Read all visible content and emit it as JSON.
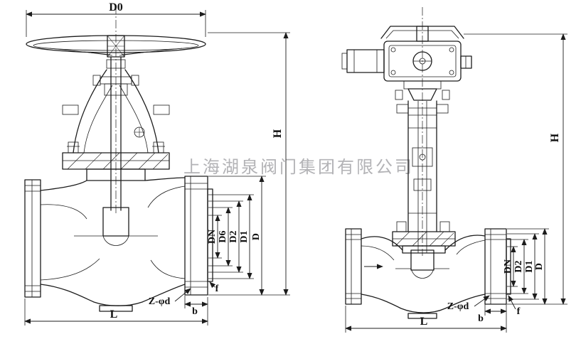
{
  "watermark": {
    "text": "上海湖泉阀门集团有限公司"
  },
  "colors": {
    "line": "#1c1c1c",
    "watermark": "#a6a6aa",
    "background": "#ffffff"
  },
  "left_valve": {
    "dims": {
      "d0": "D0",
      "h": "H",
      "dn": "DN",
      "d6": "D6",
      "d2": "D2",
      "d1": "D1",
      "d": "D",
      "z_phi_d": "Z-φd",
      "f": "f",
      "b": "b",
      "l": "L"
    }
  },
  "right_valve": {
    "dims": {
      "h": "H",
      "dn": "DN",
      "d2": "D2",
      "d1": "D1",
      "d": "D",
      "z_phi_d": "Z-φd",
      "f": "f",
      "b": "b",
      "l": "L"
    }
  }
}
